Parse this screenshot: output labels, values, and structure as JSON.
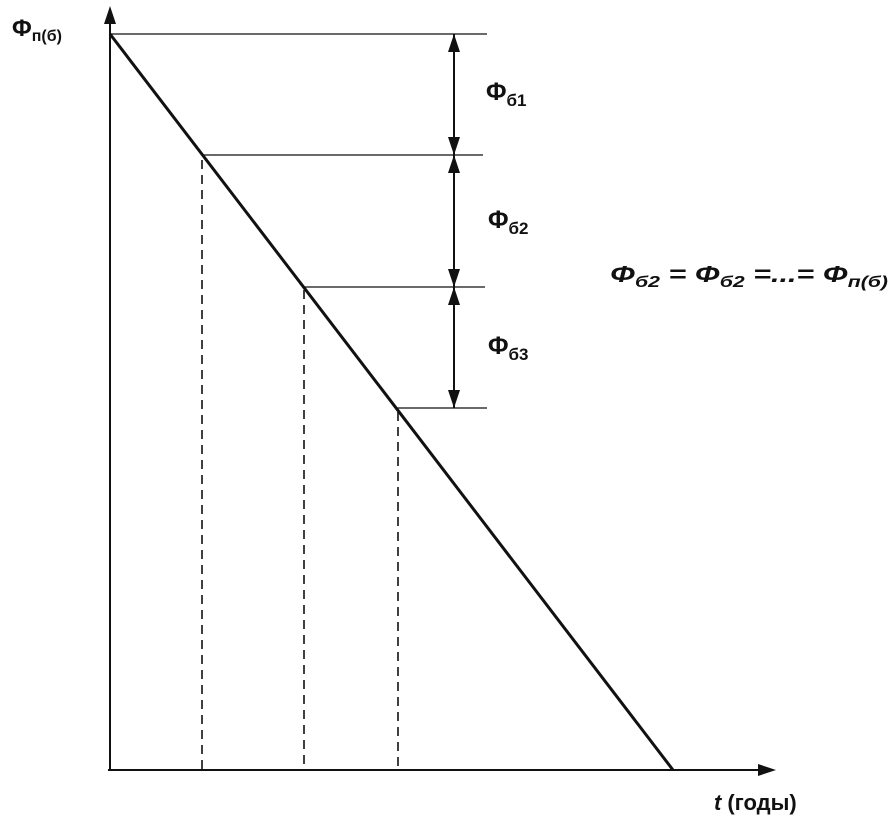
{
  "y_axis_label": {
    "main": "Φ",
    "sub": "п(б)"
  },
  "x_axis_label": {
    "var": "t",
    "unit": "(годы)"
  },
  "segments": [
    {
      "main": "Φ",
      "sub": "б1"
    },
    {
      "main": "Φ",
      "sub": "б2"
    },
    {
      "main": "Φ",
      "sub": "б3"
    }
  ],
  "equation": {
    "t1_main": "Φ",
    "t1_sub": "б2",
    "eq1": " = ",
    "t2_main": "Φ",
    "t2_sub": "б2",
    "eq2": " =...= ",
    "t3_main": "Φ",
    "t3_sub": "п(б)"
  },
  "colors": {
    "ink": "#111111",
    "background": "#ffffff"
  }
}
